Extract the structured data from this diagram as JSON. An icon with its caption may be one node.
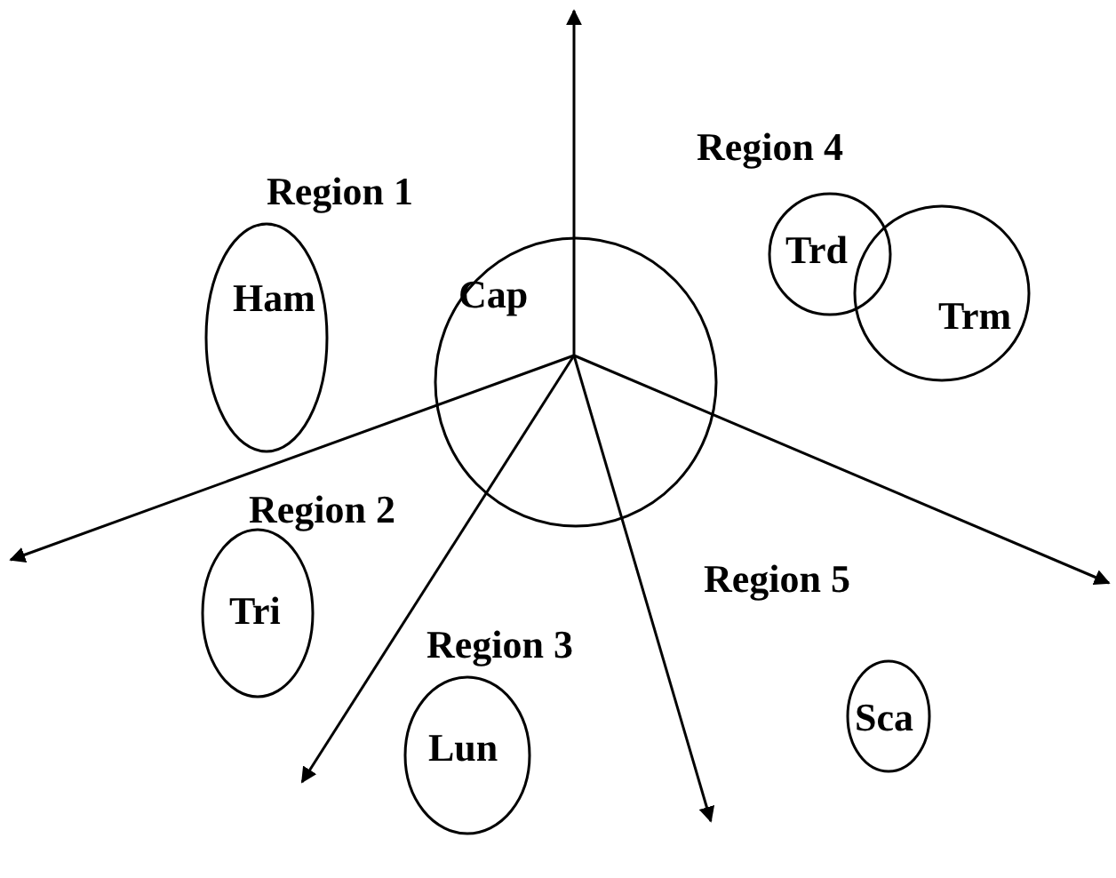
{
  "diagram": {
    "nodes": [
      {
        "text": [
          "Ham"
        ]
      },
      {
        "text": [
          "Cap"
        ]
      },
      {
        "text": [
          "Trd"
        ]
      },
      {
        "text": [
          "Trm"
        ]
      },
      {
        "text": [
          "Tri"
        ]
      },
      {
        "text": [
          "Lun"
        ]
      },
      {
        "text": [
          "Sca"
        ]
      }
    ],
    "edges": [],
    "labels": [
      "Region 1",
      "Region 4",
      "Region 2",
      "Region 5",
      "Region 3"
    ]
  }
}
